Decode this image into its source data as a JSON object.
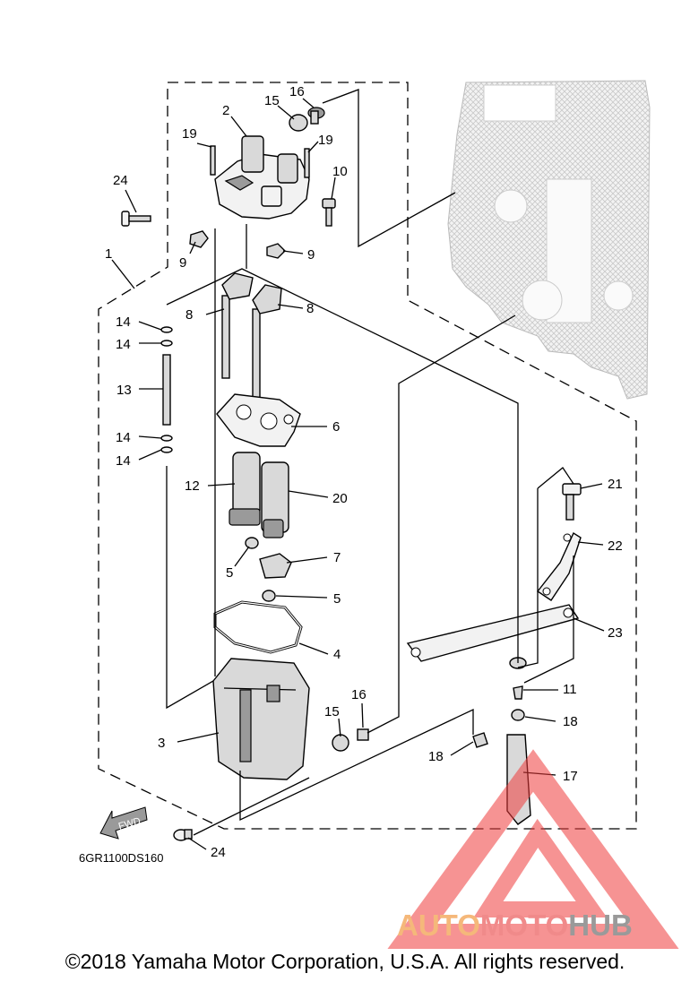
{
  "diagram": {
    "callouts": {
      "c1": "1",
      "c2": "2",
      "c3": "3",
      "c4": "4",
      "c5a": "5",
      "c5b": "5",
      "c6": "6",
      "c7": "7",
      "c8a": "8",
      "c8b": "8",
      "c9a": "9",
      "c9b": "9",
      "c10": "10",
      "c11": "11",
      "c12": "12",
      "c13": "13",
      "c14a": "14",
      "c14b": "14",
      "c14c": "14",
      "c14d": "14",
      "c15a": "15",
      "c15b": "15",
      "c16a": "16",
      "c16b": "16",
      "c17": "17",
      "c18a": "18",
      "c18b": "18",
      "c19a": "19",
      "c19b": "19",
      "c20": "20",
      "c21": "21",
      "c22": "22",
      "c23": "23",
      "c24a": "24",
      "c24b": "24"
    },
    "fwd_label": "FWD",
    "drawing_code": "6GR1100DS160"
  },
  "watermark": {
    "part1": "AUTO",
    "part2": "MOTO",
    "part3": "HUB",
    "colors": {
      "auto": "#f5b87a",
      "moto": "#f08a8a",
      "hub": "#9a9a9a",
      "triangle": "#ee3a3a"
    }
  },
  "footer": {
    "copyright": "©2018 Yamaha Motor Corporation, U.S.A. All rights reserved."
  }
}
